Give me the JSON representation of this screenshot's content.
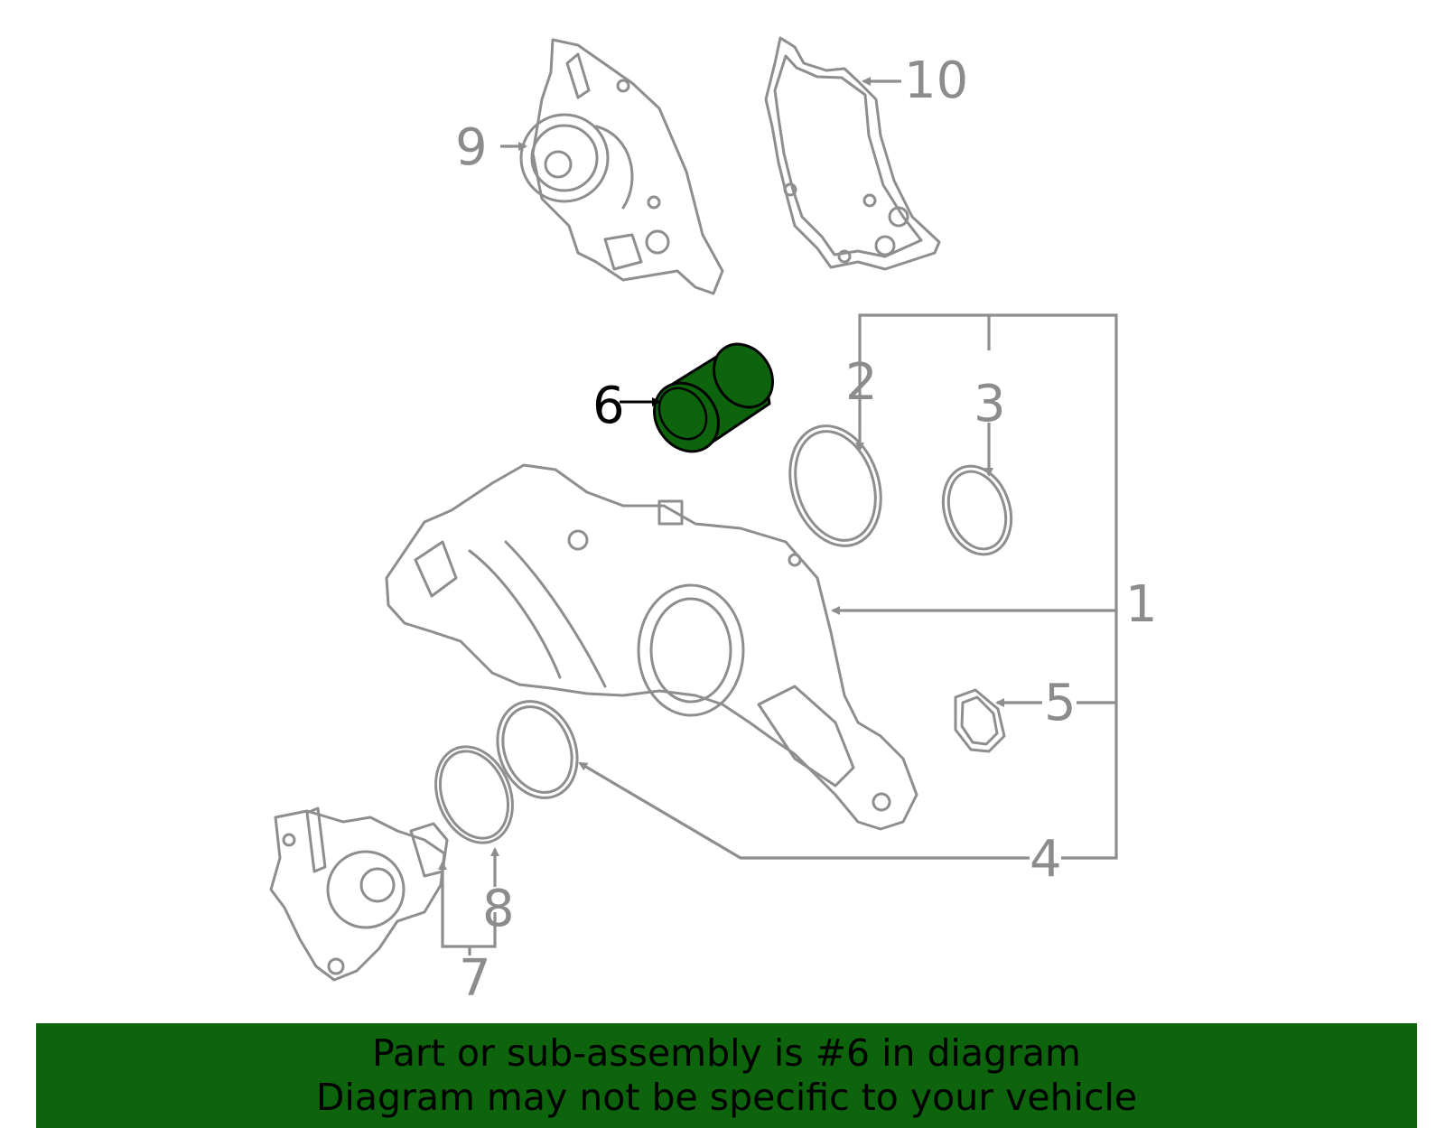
{
  "callouts": {
    "c1": "1",
    "c2": "2",
    "c3": "3",
    "c4": "4",
    "c5": "5",
    "c6": "6",
    "c7": "7",
    "c8": "8",
    "c9": "9",
    "c10": "10"
  },
  "highlighted_part": "6",
  "highlight_color": "#0d640d",
  "outline_color": "#8e8e8e",
  "banner": {
    "line1": "Part or sub-assembly is #6 in diagram",
    "line2": "Diagram may not be specific to your vehicle"
  }
}
